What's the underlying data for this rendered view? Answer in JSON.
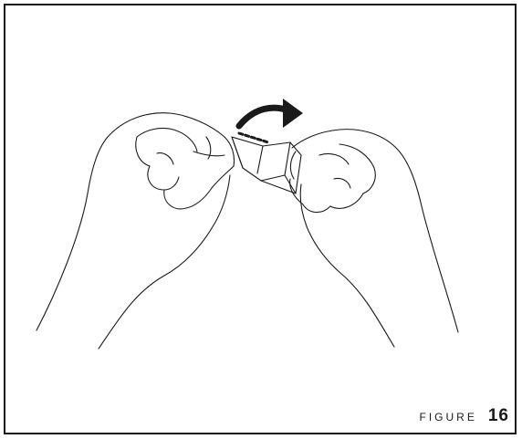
{
  "figure": {
    "label": "FIGURE",
    "number": "16"
  },
  "illustration": {
    "subject": "two-hands-folding-strip-icon",
    "line_color": "#1a1a1a",
    "background_color": "#ffffff",
    "arrow_direction": "right"
  }
}
